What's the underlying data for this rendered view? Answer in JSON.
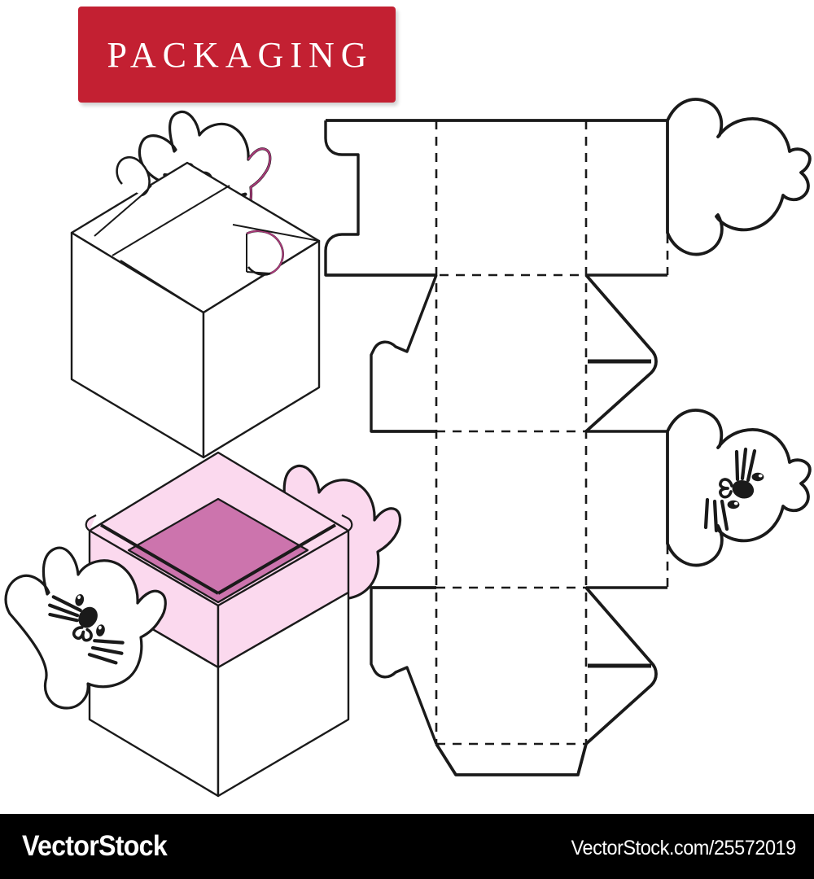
{
  "banner": {
    "label": "PACKAGING",
    "background_color": "#C32032",
    "text_color": "#FFFFFF"
  },
  "footer": {
    "brand": "VectorStock",
    "url": "VectorStock.com/25572019",
    "background_color": "#000000",
    "text_color": "#FFFFFF"
  },
  "palette": {
    "outline": "#1A1A1A",
    "light_pink": "#FBD9EE",
    "dark_pink": "#CC74AD",
    "magenta_edge": "#A83A78",
    "white": "#FFFFFF",
    "page_background": "#FFFFFF"
  },
  "artwork": {
    "title": "cat-gift-box-packaging-die-cut-template",
    "elements": [
      {
        "name": "closed-box-mockup",
        "description": "Isometric closed gift box with white cat head flap peeking above the lid",
        "fill": "#FFFFFF",
        "stroke": "#1A1A1A",
        "accent_edge": "#A83A78"
      },
      {
        "name": "open-box-mockup",
        "description": "Isometric open gift box with light pink interior walls, dark pink bottom, white cat head flap on the left and pink cat head flap on the right",
        "outer_fill": "#FFFFFF",
        "inner_wall_fill": "#FBD9EE",
        "inner_floor_fill": "#CC74AD",
        "stroke": "#1A1A1A"
      },
      {
        "name": "dieline-template",
        "description": "Flat unfolded die-cut layout with dashed fold lines, side glue flap with notches, chevron tuck flaps with slots, two cat head closure flaps (one blank, one with face) and trapezoidal bottom flap",
        "fill": "#FFFFFF",
        "cut_line": "#1A1A1A",
        "fold_line_style": "dashed"
      }
    ],
    "cat_face": {
      "features": [
        "left-ear",
        "right-ear",
        "left-eye",
        "right-eye",
        "nose",
        "mouth",
        "left-whiskers",
        "right-whiskers"
      ],
      "eye_color": "#1A1A1A",
      "nose_color": "#1A1A1A"
    }
  }
}
